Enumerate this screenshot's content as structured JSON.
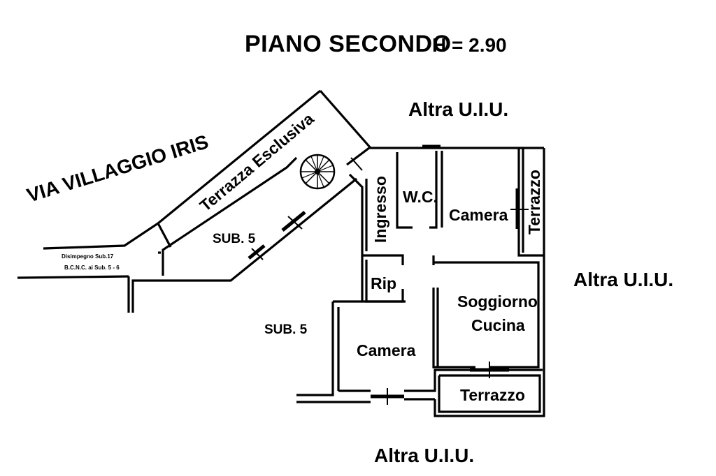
{
  "title": {
    "floor": "PIANO SECONDO",
    "height": "H = 2.90"
  },
  "labels": {
    "street": "VIA VILLAGGIO IRIS",
    "terrace_exclusive": "Terrazza Esclusiva",
    "neighbor_top": "Altra U.I.U.",
    "neighbor_right": "Altra U.I.U.",
    "neighbor_bottom": "Altra U.I.U.",
    "sub_upper": "SUB. 5",
    "sub_lower": "SUB. 5",
    "landing_line1": "Disimpegno Sub.17",
    "landing_line2": "B.C.N.C. ai Sub. 5 - 6"
  },
  "rooms": {
    "ingresso": "Ingresso",
    "wc": "W.C.",
    "camera_upper": "Camera",
    "terrazzo_right": "Terrazzo",
    "rip": "Rip",
    "soggiorno_line1": "Soggiorno",
    "soggiorno_line2": "Cucina",
    "camera_lower": "Camera",
    "terrazzo_bottom": "Terrazzo"
  },
  "icons": {
    "stair": "spiral-staircase-icon"
  }
}
